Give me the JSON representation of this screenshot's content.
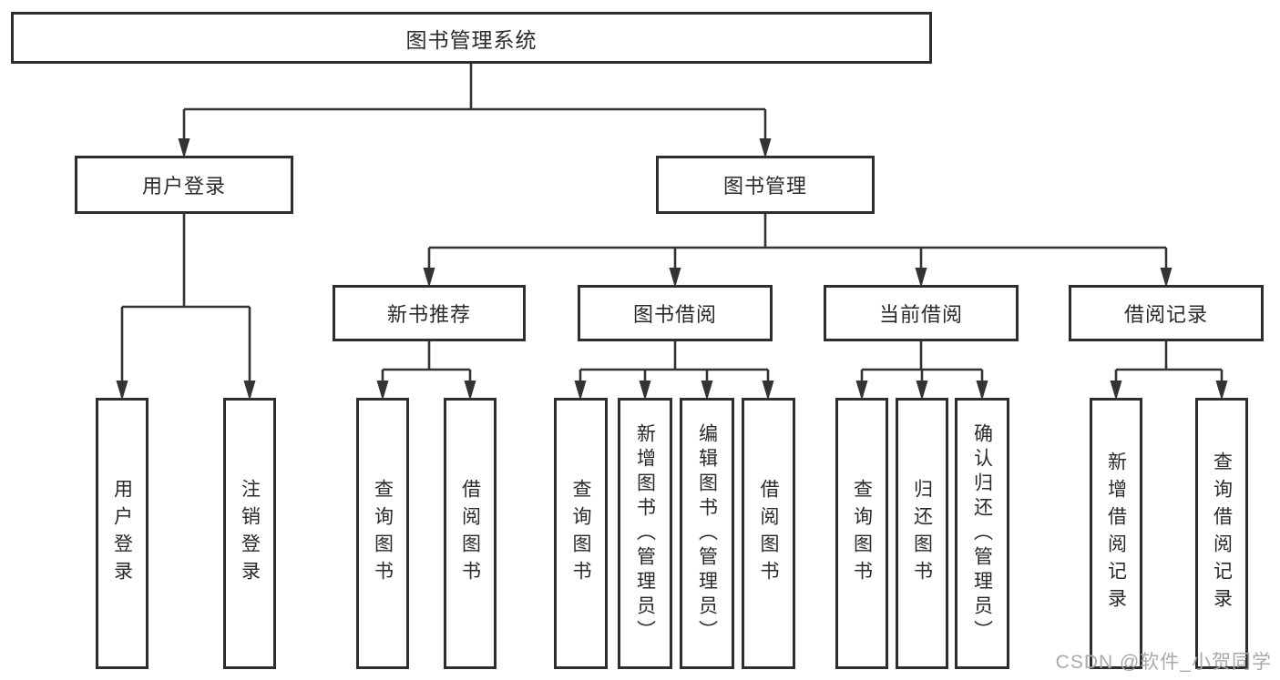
{
  "colors": {
    "background": "#ffffff",
    "box_border": "#2e2e2e",
    "connector_line": "#333333",
    "text": "#2a2a2a",
    "watermark": "#a9a9a9"
  },
  "diagram": {
    "root": {
      "label": "图书管理系统"
    },
    "login_branch": {
      "label": "用户登录",
      "children": [
        {
          "label": "用户登录"
        },
        {
          "label": "注销登录"
        }
      ]
    },
    "management_branch": {
      "label": "图书管理",
      "modules": [
        {
          "label": "新书推荐",
          "children": [
            {
              "label": "查询图书"
            },
            {
              "label": "借阅图书"
            }
          ]
        },
        {
          "label": "图书借阅",
          "children": [
            {
              "label": "查询图书"
            },
            {
              "label": "新增图书（管理员）"
            },
            {
              "label": "编辑图书（管理员）"
            },
            {
              "label": "借阅图书"
            }
          ]
        },
        {
          "label": "当前借阅",
          "children": [
            {
              "label": "查询图书"
            },
            {
              "label": "归还图书"
            },
            {
              "label": "确认归还（管理员）"
            }
          ]
        },
        {
          "label": "借阅记录",
          "children": [
            {
              "label": "新增借阅记录"
            },
            {
              "label": "查询借阅记录"
            }
          ]
        }
      ]
    }
  },
  "watermark": {
    "text": "CSDN @软件_小贺同学"
  }
}
